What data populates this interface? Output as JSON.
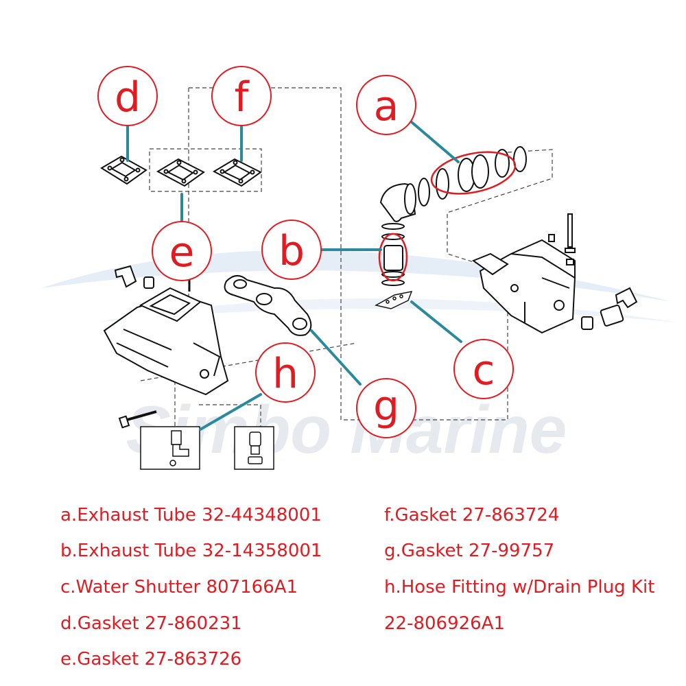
{
  "watermark": "Simbo Marine",
  "colors": {
    "callout": "#e11b22",
    "leader": "#2a8a9c",
    "line": "#222222",
    "watermark": "#e6eaef",
    "swoosh": "#cfe0ee"
  },
  "callouts": [
    {
      "letter": "d"
    },
    {
      "letter": "f"
    },
    {
      "letter": "a"
    },
    {
      "letter": "e"
    },
    {
      "letter": "b"
    },
    {
      "letter": "c"
    },
    {
      "letter": "h"
    },
    {
      "letter": "g"
    }
  ],
  "legend": {
    "left": [
      "a.Exhaust Tube 32-44348001",
      "b.Exhaust Tube 32-14358001",
      "c.Water Shutter 807166A1",
      "d.Gasket 27-860231",
      "e.Gasket 27-863726"
    ],
    "right": [
      "f.Gasket 27-863724",
      "g.Gasket  27-99757",
      "h.Hose Fitting w/Drain Plug Kit",
      "22-806926A1"
    ]
  }
}
